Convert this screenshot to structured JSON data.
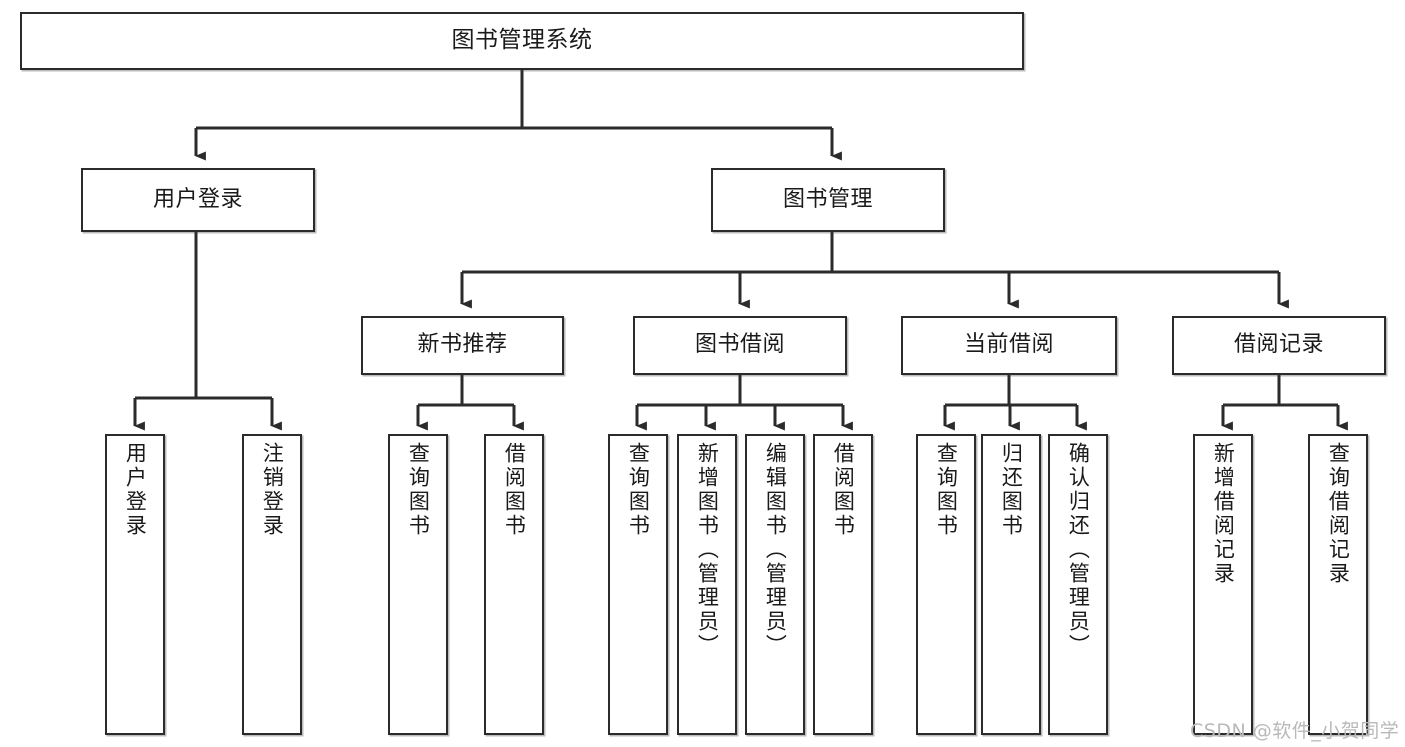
{
  "diagram": {
    "title": "图书管理系统",
    "watermark": "CSDN @软件_小贺同学",
    "colors": {
      "stroke": "#2b2b2b",
      "fill": "#ffffff",
      "text": "#1a1a1a",
      "watermark": "#b9b9b9"
    },
    "root": {
      "label": "图书管理系统"
    },
    "level2": [
      {
        "label": "用户登录"
      },
      {
        "label": "图书管理"
      }
    ],
    "level3": [
      {
        "label": "新书推荐"
      },
      {
        "label": "图书借阅"
      },
      {
        "label": "当前借阅"
      },
      {
        "label": "借阅记录"
      }
    ],
    "leaves": {
      "user_login": [
        {
          "label": "用户登录"
        },
        {
          "label": "注销登录"
        }
      ],
      "new_book": [
        {
          "label": "查询图书"
        },
        {
          "label": "借阅图书"
        }
      ],
      "book_borrow": [
        {
          "label": "查询图书"
        },
        {
          "label": "新增图书（管理员）"
        },
        {
          "label": "编辑图书（管理员）"
        },
        {
          "label": "借阅图书"
        }
      ],
      "current_borrow": [
        {
          "label": "查询图书"
        },
        {
          "label": "归还图书"
        },
        {
          "label": "确认归还（管理员）"
        }
      ],
      "borrow_record": [
        {
          "label": "新增借阅记录"
        },
        {
          "label": "查询借阅记录"
        }
      ]
    }
  }
}
